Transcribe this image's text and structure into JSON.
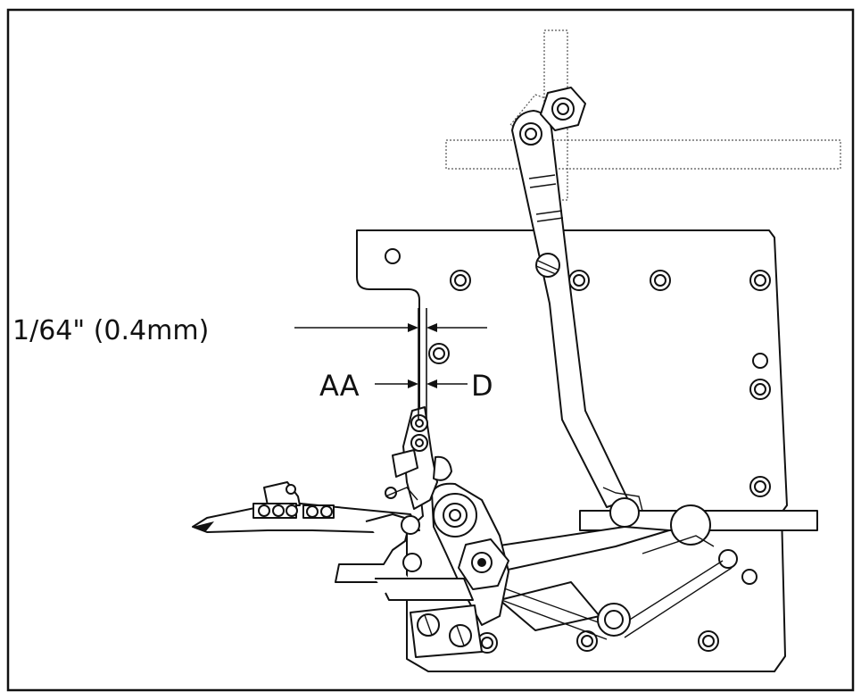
{
  "labels": {
    "clearance": "1/64\" (0.4mm)",
    "part_aa": "AA",
    "part_d": "D"
  },
  "colors": {
    "line": "#111111",
    "background": "#ffffff"
  }
}
